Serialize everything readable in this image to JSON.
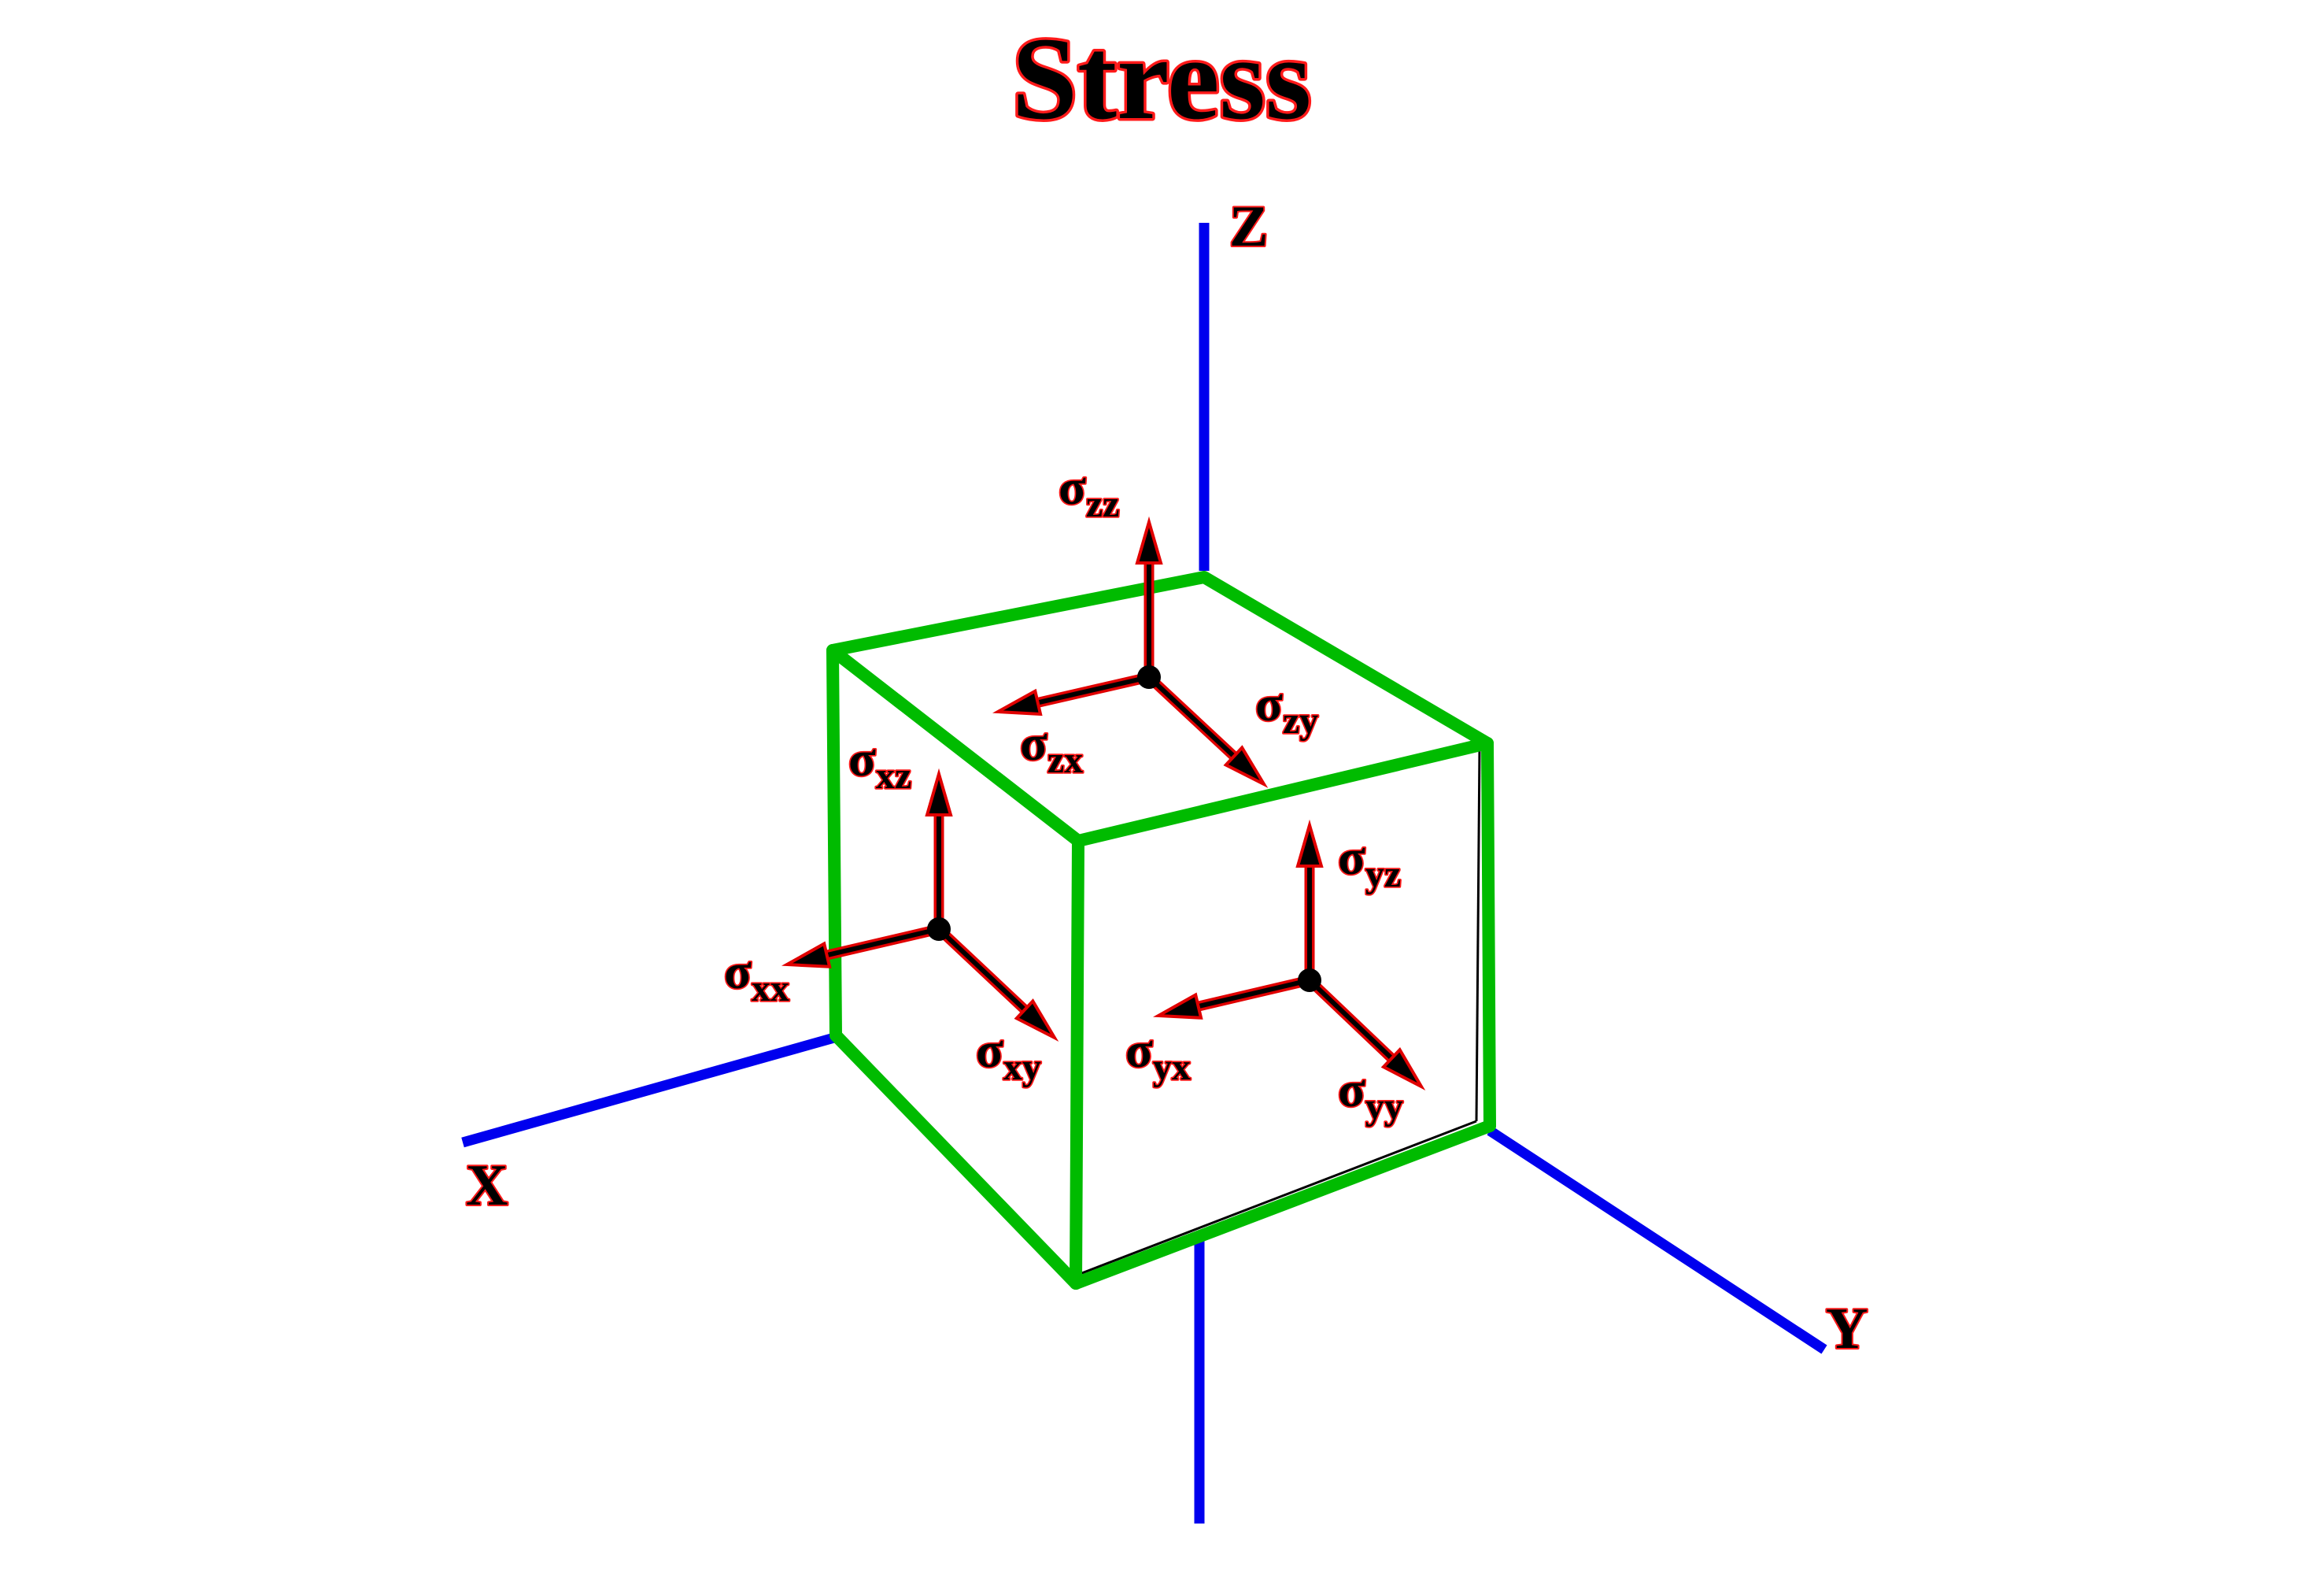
{
  "title": "Stress",
  "axes": {
    "x_label": "X",
    "y_label": "Y",
    "z_label": "Z"
  },
  "stress_labels": {
    "sigma": "σ",
    "zz": "zz",
    "zx": "zx",
    "zy": "zy",
    "xz": "xz",
    "xx": "xx",
    "xy": "xy",
    "yz": "yz",
    "yx": "yx",
    "yy": "yy"
  },
  "colors": {
    "axis": "#0000ee",
    "cube_edge": "#00bb00",
    "label_outline": "#ff1a1a",
    "label_fill": "#000000",
    "arrow_outline": "#e00000",
    "arrow_fill": "#000000"
  }
}
